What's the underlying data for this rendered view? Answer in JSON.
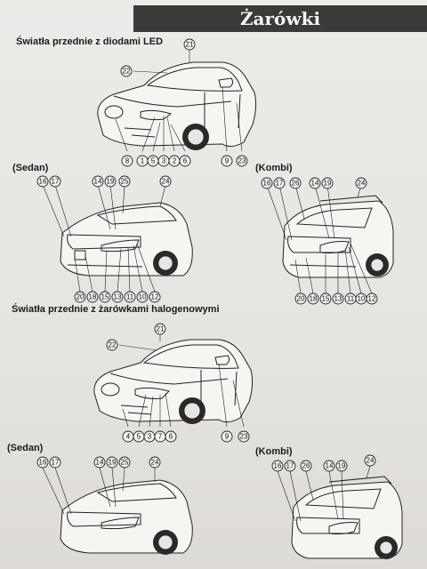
{
  "page_title": "Żarówki",
  "sections": {
    "led_heading": "Światła przednie z diodami LED",
    "halogen_heading": "Światła przednie z żarówkami halogenowymi"
  },
  "variants": {
    "sedan": "(Sedan)",
    "kombi": "(Kombi)"
  },
  "callouts": {
    "led_front": {
      "top": [
        "21",
        "22"
      ],
      "bottom": [
        "8",
        "1",
        "5",
        "3",
        "2",
        "6",
        "9",
        "23"
      ]
    },
    "led_sedan": {
      "top": [
        "16",
        "17",
        "14",
        "19",
        "25",
        "24"
      ],
      "bottom": [
        "20",
        "18",
        "15",
        "13",
        "11",
        "10",
        "12"
      ]
    },
    "led_kombi": {
      "top": [
        "16",
        "17",
        "26",
        "14",
        "19",
        "24"
      ],
      "bottom": [
        "20",
        "18",
        "15",
        "13",
        "11",
        "10",
        "12"
      ]
    },
    "halogen_front": {
      "top": [
        "21",
        "22"
      ],
      "bottom": [
        "4",
        "5",
        "3",
        "7",
        "6",
        "9",
        "23"
      ]
    },
    "halogen_sedan": {
      "top": [
        "16",
        "17",
        "14",
        "19",
        "25",
        "24"
      ]
    },
    "halogen_kombi": {
      "top": [
        "16",
        "17",
        "26",
        "14",
        "19",
        "24"
      ]
    }
  }
}
